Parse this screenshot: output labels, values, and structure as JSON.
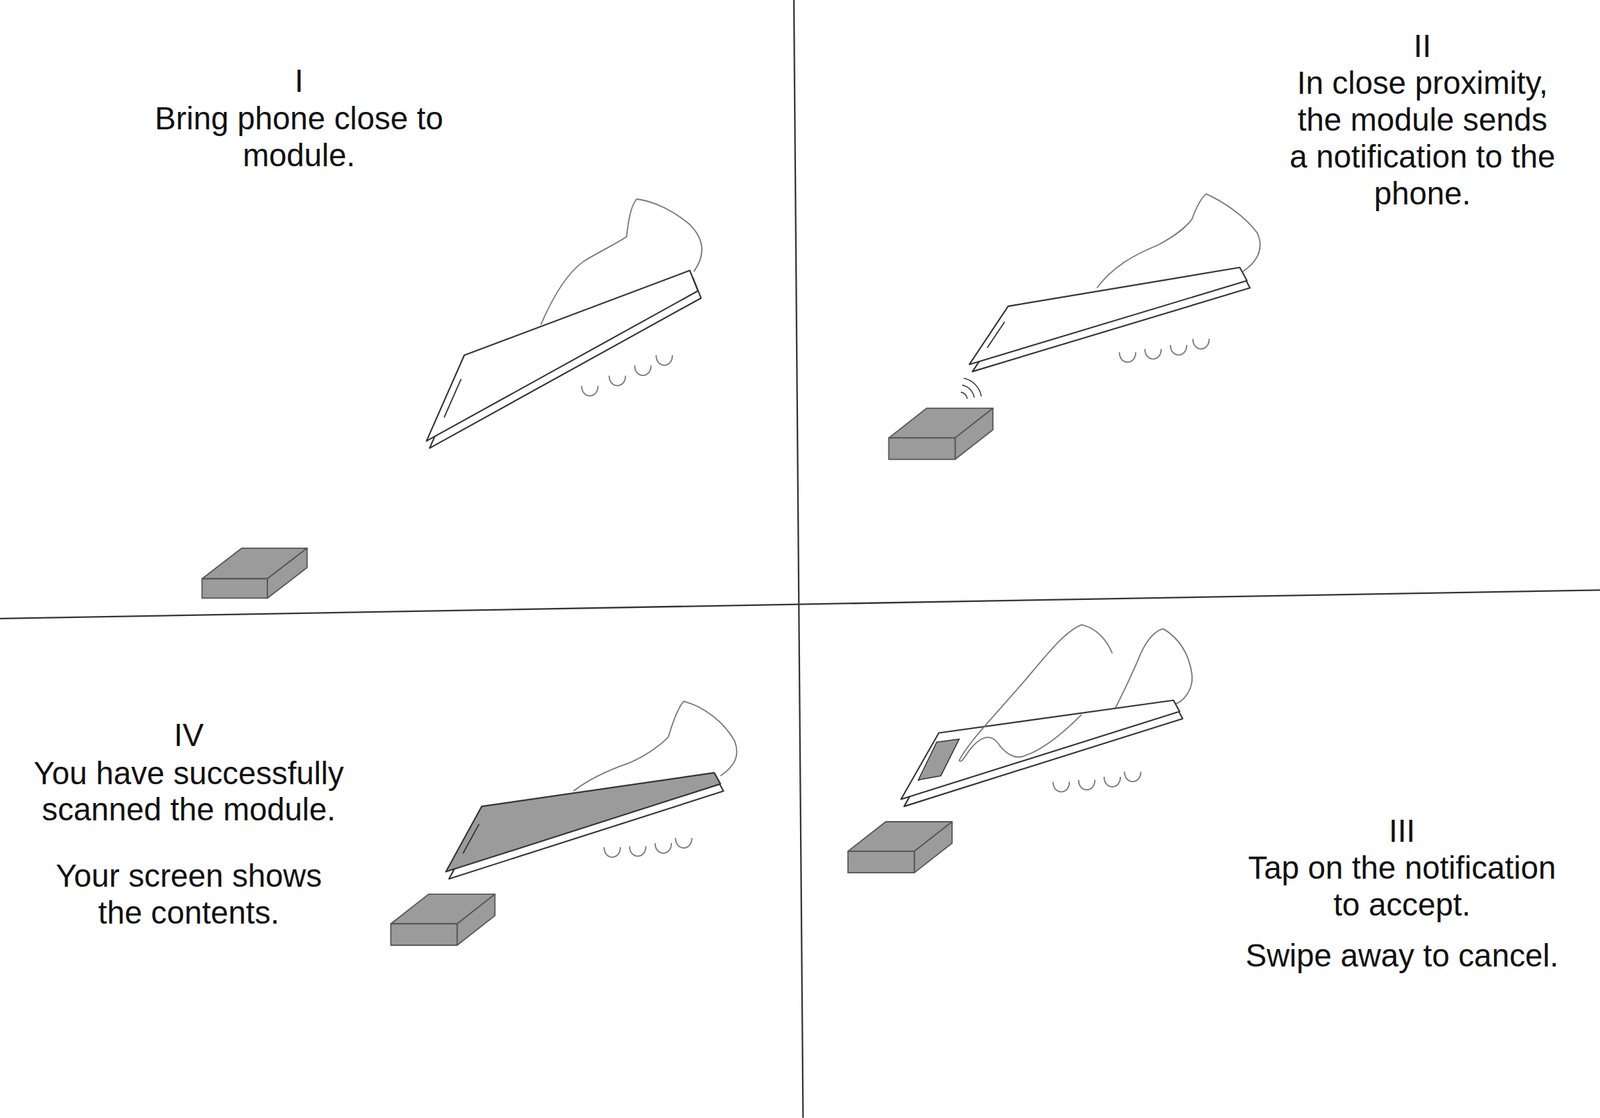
{
  "diagram": {
    "labels": [
      "I",
      "Bring phone close to module.",
      "II",
      "In close proximity, the module sends a notification to the phone.",
      "III",
      "Tap on the notification to accept.",
      "Swipe away to cancel.",
      "IV",
      "You have successfully scanned the module.",
      "Your screen shows the contents."
    ]
  }
}
